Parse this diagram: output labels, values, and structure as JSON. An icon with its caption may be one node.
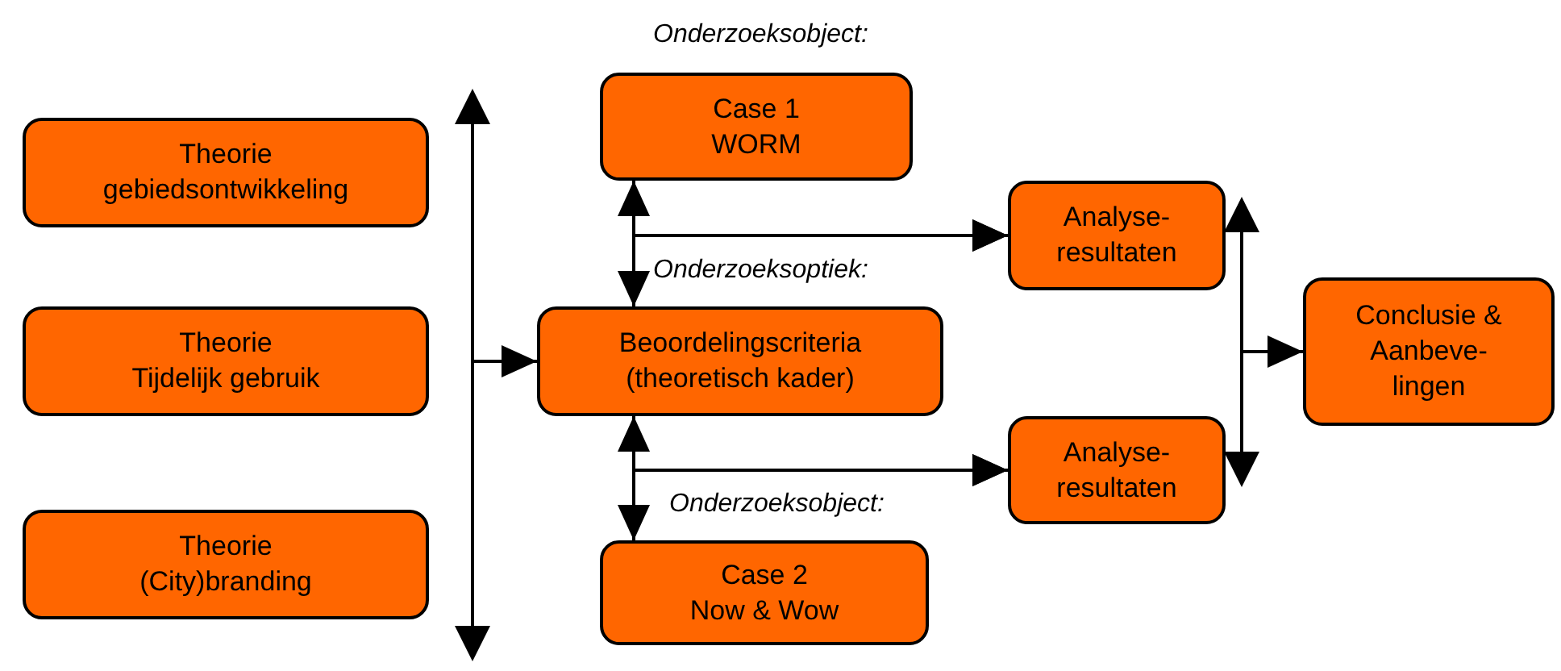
{
  "diagram": {
    "nodes": [
      {
        "text": [
          "Theorie",
          "gebiedsontwikkeling"
        ]
      },
      {
        "text": [
          "Theorie",
          "Tijdelijk gebruik"
        ]
      },
      {
        "text": [
          "Theorie",
          "(City)branding"
        ]
      },
      {
        "text": [
          "Case 1",
          "WORM"
        ],
        "beside": [
          "Onderzoeksobject:"
        ]
      },
      {
        "text": [
          "Beoordelingscriteria (theoretisch kader)"
        ],
        "beside": [
          "Onderzoeksoptiek:"
        ]
      },
      {
        "text": [
          "Case 2",
          "Now & Wow"
        ],
        "beside": [
          "Onderzoeksobject:"
        ]
      },
      {
        "text": [
          "Analyse-resultaten"
        ]
      },
      {
        "text": [
          "Analyse-resultaten"
        ]
      },
      {
        "text": [
          "Conclusie & Aanbeve-lingen"
        ]
      },
      {
        "text": [],
        "shape": "bar"
      },
      {
        "text": [],
        "shape": "bar"
      }
    ],
    "edges": [
      {
        "from": 3,
        "to": 4,
        "arrow": "both"
      },
      {
        "from": 3,
        "to": 6,
        "arrow": "to"
      },
      {
        "from": 4,
        "to": 6,
        "arrow": "to"
      },
      {
        "from": 4,
        "to": 5,
        "arrow": "both"
      },
      {
        "from": 4,
        "to": 7,
        "arrow": "to"
      },
      {
        "from": 5,
        "to": 7,
        "arrow": "to"
      },
      {
        "from": 9,
        "to": 4,
        "arrow": "to"
      },
      {
        "from": 10,
        "to": 8,
        "arrow": "to"
      }
    ]
  }
}
